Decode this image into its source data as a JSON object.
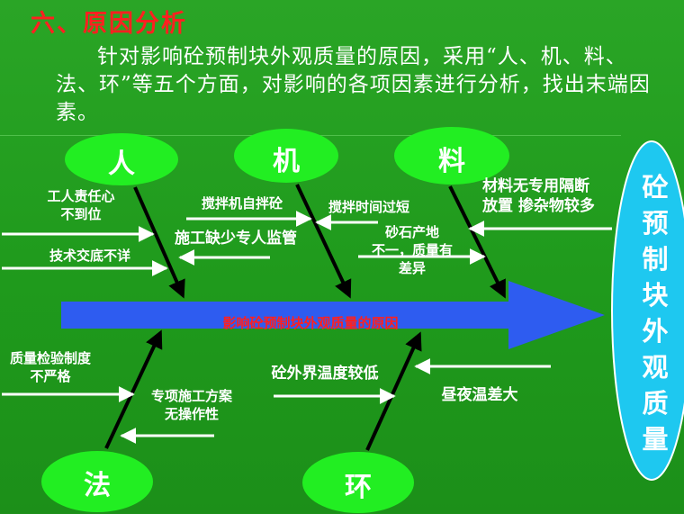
{
  "title": "六、原因分析",
  "intro": "针对影响砼预制块外观质量的原因，采用“人、机、料、法、环”等五个方面，对影响的各项因素进行分析，找出末端因素。",
  "categories": {
    "ren": "人",
    "ji": "机",
    "liao": "料",
    "fa": "法",
    "huan": "环"
  },
  "effect": "砼\n预\n制\n块\n外\n观\n质\n量",
  "spine_label": "影响砼预制块外观质量的原因",
  "causes": {
    "workers_responsibility": "工人责任心\n不到位",
    "tech_briefing": "技术交底不详",
    "mixer_self": "搅拌机自拌砼",
    "lack_supervision": "施工缺少专人监管",
    "mixing_time": "搅拌时间过短",
    "gravel_origin": "砂石产地\n不一，质量有\n差异",
    "no_partition": "材料无专用隔断\n放置 掺杂物较多",
    "inspection_system": "质量检验制度\n不严格",
    "special_plan": "专项施工方案\n无操作性",
    "ambient_temp": "砼外界温度较低",
    "day_night_temp": "昼夜温差大"
  },
  "colors": {
    "background": "#1f9a1c",
    "title": "#ff2020",
    "ellipse": "#22ee22",
    "effect_ellipse": "#1ec8f0",
    "spine": "#2e5cf0",
    "spine_label": "#ff2020",
    "text": "#ffffff",
    "bone": "#000000"
  }
}
